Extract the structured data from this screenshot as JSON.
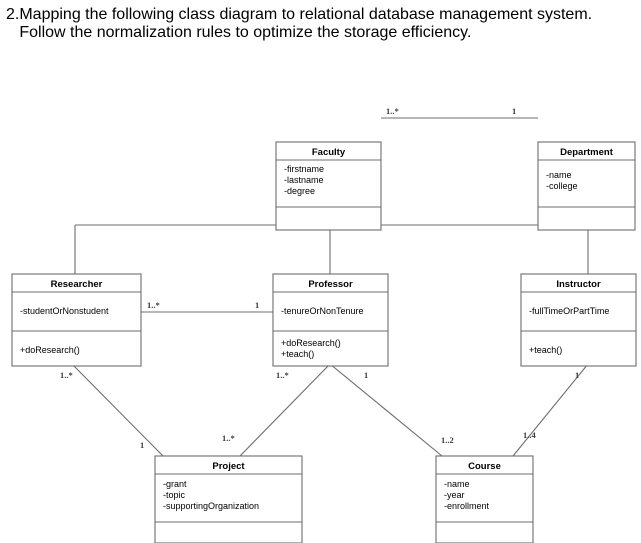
{
  "header": {
    "number": "2.",
    "text": "Mapping the following class diagram to relational database management system. Follow the normalization rules to optimize the storage efficiency."
  },
  "diagram": {
    "type": "uml-class-diagram",
    "classes": {
      "faculty": {
        "name": "Faculty",
        "attributes": [
          "-firstname",
          "-lastname",
          "-degree"
        ],
        "methods": []
      },
      "department": {
        "name": "Department",
        "attributes": [
          "-name",
          "-college"
        ],
        "methods": []
      },
      "researcher": {
        "name": "Researcher",
        "attributes": [
          "-studentOrNonstudent"
        ],
        "methods": [
          "+doResearch()"
        ]
      },
      "professor": {
        "name": "Professor",
        "attributes": [
          "-tenureOrNonTenure"
        ],
        "methods": [
          "+doResearch()",
          "+teach()"
        ]
      },
      "instructor": {
        "name": "Instructor",
        "attributes": [
          "-fullTimeOrPartTime"
        ],
        "methods": [
          "+teach()"
        ]
      },
      "project": {
        "name": "Project",
        "attributes": [
          "-grant",
          "-topic",
          "-supportingOrganization"
        ],
        "methods": []
      },
      "course": {
        "name": "Course",
        "attributes": [
          "-name",
          "-year",
          "-enrollment"
        ],
        "methods": []
      }
    },
    "multiplicities": {
      "faculty_to_department": "1..*",
      "department_to_faculty": "1",
      "researcher_to_professor": "1..*",
      "professor_to_researcher": "1",
      "researcher_to_project_near_researcher": "1..*",
      "researcher_to_project_near_project": "1",
      "professor_to_project_near_professor": "1..*",
      "professor_to_project_near_project": "1..*",
      "professor_to_course_near_professor": "1",
      "professor_to_course_near_course": "1..2",
      "instructor_to_course_near_instructor": "1",
      "instructor_to_course_near_course": "1..4"
    },
    "generalization": {
      "parent": "Faculty",
      "children": [
        "Researcher",
        "Professor",
        "Instructor"
      ]
    },
    "colors": {
      "stroke": "#6d6d6d",
      "fill": "#ffffff",
      "text": "#000000",
      "multiplicity_text": "#3a3a3a"
    }
  }
}
